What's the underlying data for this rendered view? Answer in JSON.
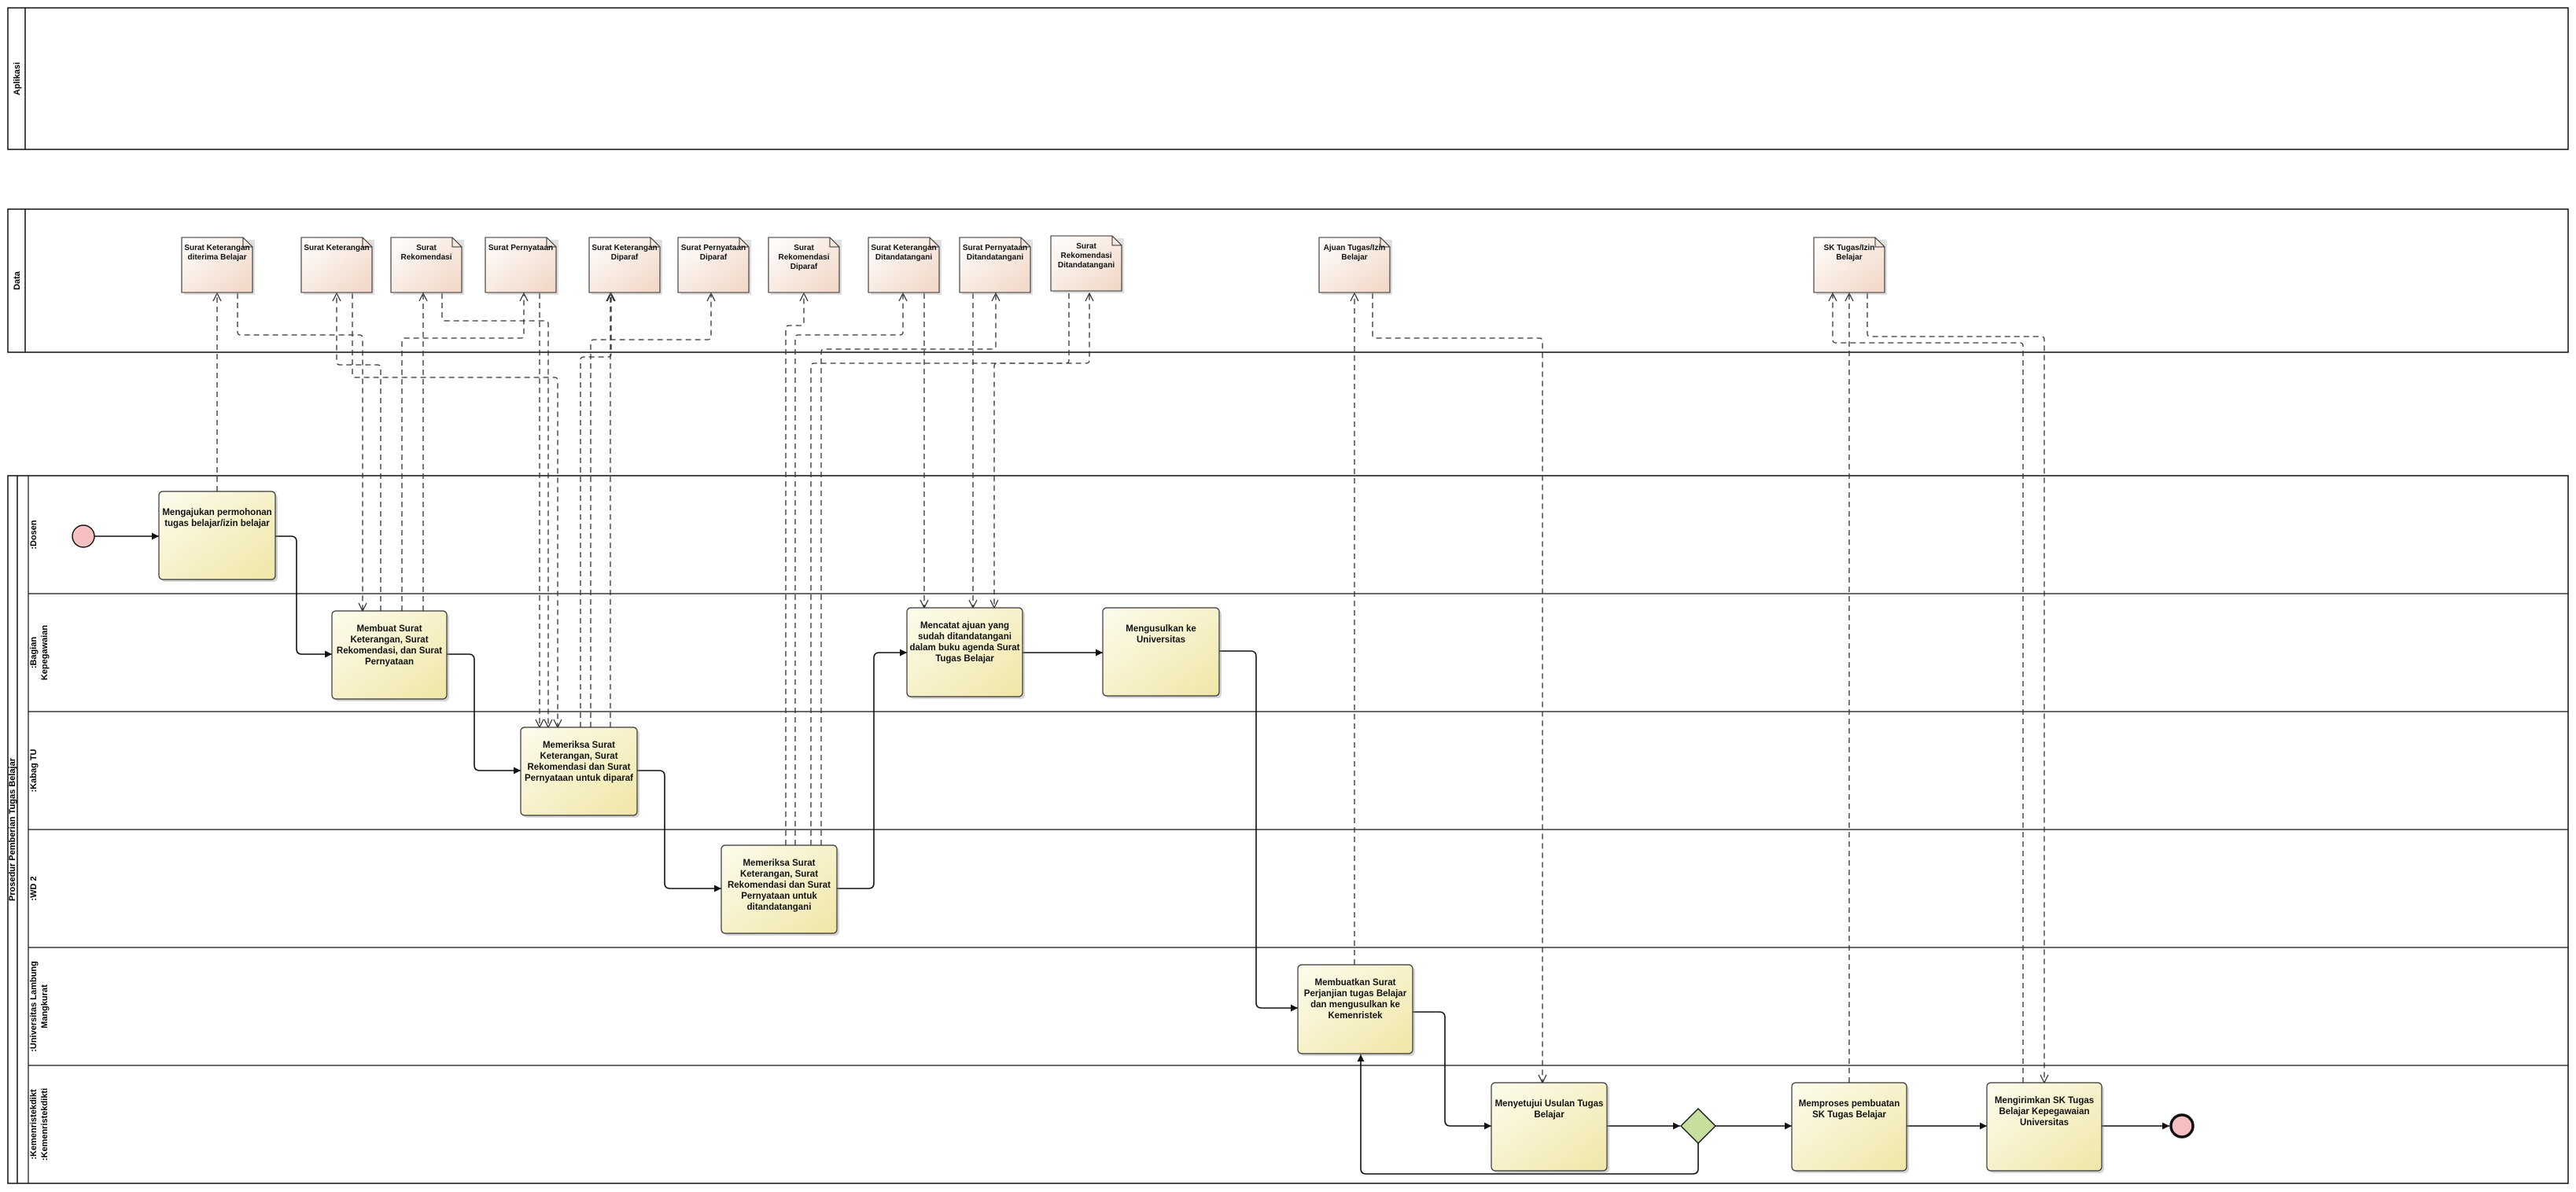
{
  "pools": [
    {
      "id": "aplikasi",
      "label": "Aplikasi"
    },
    {
      "id": "data",
      "label": "Data"
    },
    {
      "id": "prosedur",
      "label": "Prosedur Pemberian Tugas Belajar"
    }
  ],
  "lanes": [
    {
      "id": "dosen",
      "label": ":Dosen"
    },
    {
      "id": "kepeg",
      "label": ":Bagian Kepegawaian"
    },
    {
      "id": "kabag",
      "label": ":Kabag TU"
    },
    {
      "id": "wd2",
      "label": ":WD 2"
    },
    {
      "id": "univ",
      "label": ":Universitas Lambung Mangkurat"
    },
    {
      "id": "kemen",
      "label": ":Kemenristekdikti"
    }
  ],
  "tasks": [
    {
      "id": "t1",
      "lines": [
        "Mengajukan permohonan",
        "tugas belajar/izin belajar"
      ]
    },
    {
      "id": "t2",
      "lines": [
        "Membuat Surat",
        "Keterangan, Surat",
        "Rekomendasi, dan Surat",
        "Pernyataan"
      ]
    },
    {
      "id": "t3",
      "lines": [
        "Memeriksa Surat",
        "Keterangan, Surat",
        "Rekomendasi dan Surat",
        "Pernyataan untuk diparaf"
      ]
    },
    {
      "id": "t4",
      "lines": [
        "Memeriksa Surat",
        "Keterangan, Surat",
        "Rekomendasi dan Surat",
        "Pernyataan untuk",
        "ditandatangani"
      ]
    },
    {
      "id": "t5",
      "lines": [
        "Mencatat ajuan yang",
        "sudah ditandatangani",
        "dalam buku agenda Surat",
        "Tugas Belajar"
      ]
    },
    {
      "id": "t6",
      "lines": [
        "Mengusulkan ke",
        "Universitas"
      ]
    },
    {
      "id": "t7",
      "lines": [
        "Membuatkan Surat",
        "Perjanjian tugas Belajar",
        "dan mengusulkan ke",
        "Kemenristek"
      ]
    },
    {
      "id": "t8",
      "lines": [
        "Menyetujui Usulan Tugas",
        "Belajar"
      ]
    },
    {
      "id": "t9",
      "lines": [
        "Memproses pembuatan",
        "SK Tugas Belajar"
      ]
    },
    {
      "id": "t10",
      "lines": [
        "Mengirimkan SK Tugas",
        "Belajar Kepegawaian",
        "Universitas"
      ]
    }
  ],
  "data_objects": [
    {
      "id": "d1",
      "lines": [
        "Surat Keterangan",
        "diterima Belajar"
      ]
    },
    {
      "id": "d2",
      "lines": [
        "Surat Keterangan"
      ]
    },
    {
      "id": "d3",
      "lines": [
        "Surat",
        "Rekomendasi"
      ]
    },
    {
      "id": "d4",
      "lines": [
        "Surat Pernyataan"
      ]
    },
    {
      "id": "d5",
      "lines": [
        "Surat Keterangan",
        "Diparaf"
      ]
    },
    {
      "id": "d6",
      "lines": [
        "Surat Pernyataan",
        "Diparaf"
      ]
    },
    {
      "id": "d7",
      "lines": [
        "Surat",
        "Rekomendasi",
        "Diparaf"
      ]
    },
    {
      "id": "d8",
      "lines": [
        "Surat Keterangan",
        "Ditandatangani"
      ]
    },
    {
      "id": "d9",
      "lines": [
        "Surat Pernyataan",
        "Ditandatangani"
      ]
    },
    {
      "id": "d10",
      "lines": [
        "Surat",
        "Rekomendasi",
        "Ditandatangani"
      ]
    },
    {
      "id": "d11",
      "lines": [
        "Ajuan Tugas/Izin",
        "Belajar"
      ]
    },
    {
      "id": "d12",
      "lines": [
        "SK Tugas/Izin",
        "Belajar"
      ]
    }
  ],
  "colors": {
    "task_light": "#fdfcee",
    "task_dark": "#f0e6a6",
    "data_light": "#ffffff",
    "data_dark": "#f1d6c4",
    "start_event": "#f6c0c0",
    "end_event": "#f6c0c0",
    "gateway": "#c6df9c",
    "line": "#111111"
  }
}
